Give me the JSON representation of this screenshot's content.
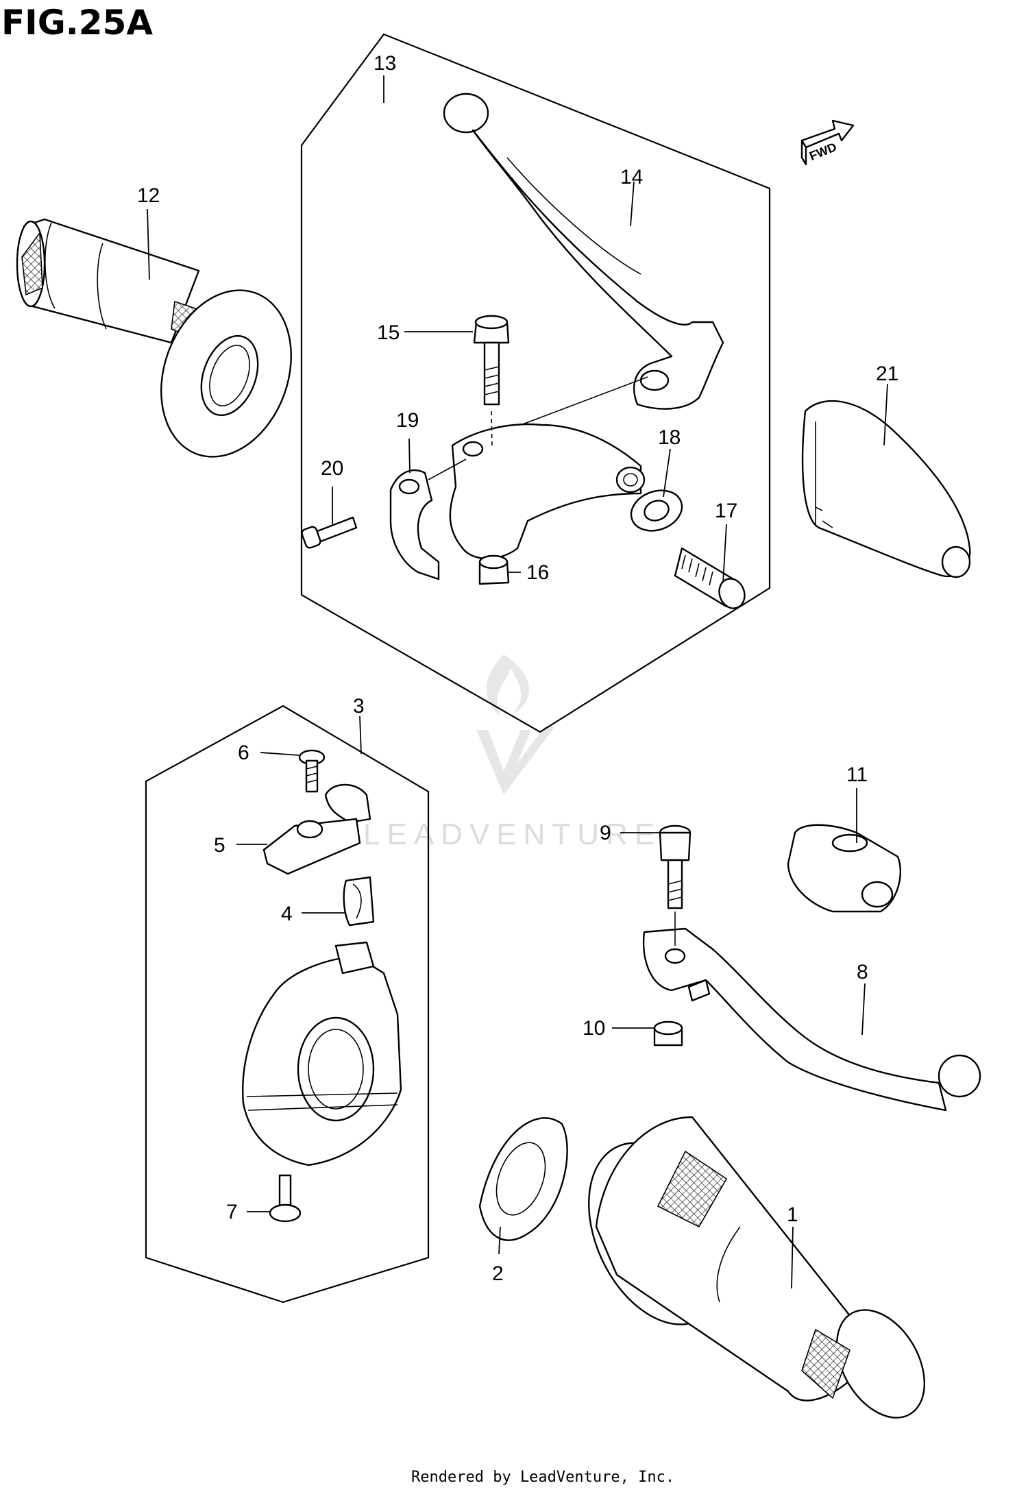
{
  "figure_title": "FIG.25A",
  "fwd_label": "FWD",
  "footer": "Rendered by LeadVenture, Inc.",
  "watermark": "LEADVENTURE",
  "callouts": {
    "c1": "1",
    "c2": "2",
    "c3": "3",
    "c4": "4",
    "c5": "5",
    "c6": "6",
    "c7": "7",
    "c8": "8",
    "c9": "9",
    "c10": "10",
    "c11": "11",
    "c12": "12",
    "c13": "13",
    "c14": "14",
    "c15": "15",
    "c16": "16",
    "c17": "17",
    "c18": "18",
    "c19": "19",
    "c20": "20",
    "c21": "21"
  }
}
